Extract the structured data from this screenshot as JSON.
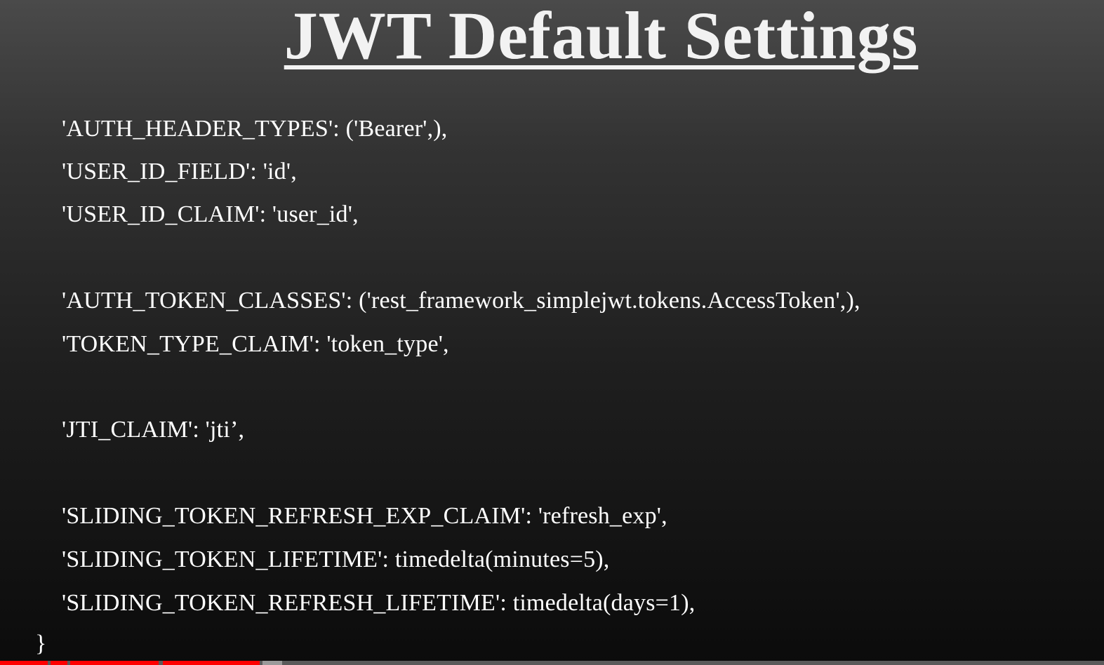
{
  "slide": {
    "title": "JWT Default Settings",
    "lines": [
      "'AUTH_HEADER_TYPES': ('Bearer',),",
      "'USER_ID_FIELD': 'id',",
      "'USER_ID_CLAIM': 'user_id',",
      "'AUTH_TOKEN_CLASSES': ('rest_framework_simplejwt.tokens.AccessToken',),",
      "'TOKEN_TYPE_CLAIM': 'token_type',",
      "'JTI_CLAIM': 'jti’,",
      "'SLIDING_TOKEN_REFRESH_EXP_CLAIM': 'refresh_exp',",
      "'SLIDING_TOKEN_LIFETIME': timedelta(minutes=5),",
      "'SLIDING_TOKEN_REFRESH_LIFETIME': timedelta(days=1),"
    ],
    "closing_brace": "}"
  },
  "video_progress": {
    "played_color": "#ff0000",
    "buffered_color": "#9a9a9a",
    "track_color": "#5a5a5a"
  }
}
